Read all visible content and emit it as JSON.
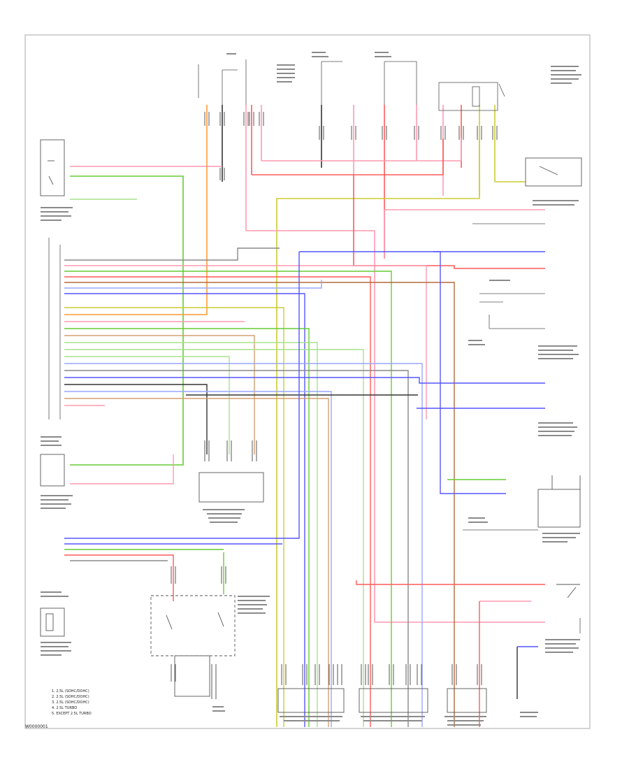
{
  "diagram": {
    "footer_code": "W0000001",
    "legend_lines": [
      "1.  2.5L (SOHC/DOHC)",
      "2.  2.5L (SOHC/DOHC)",
      "3.  2.5L (SOHC/DOHC)",
      "4.  2.5L TURBO",
      "5.  EXCEPT 2.5L TURBO"
    ],
    "colors": {
      "frame": "#999999",
      "black": "#333333",
      "red": "#ff5a5a",
      "pink": "#ff9ab0",
      "green": "#66cc33",
      "lightgreen": "#a9e08a",
      "blue": "#5555ff",
      "lightblue": "#9aa6ff",
      "orange": "#ff9933",
      "yellow": "#cccc33",
      "tan": "#d4a070",
      "brown": "#b06a3a",
      "gray": "#888888"
    }
  }
}
